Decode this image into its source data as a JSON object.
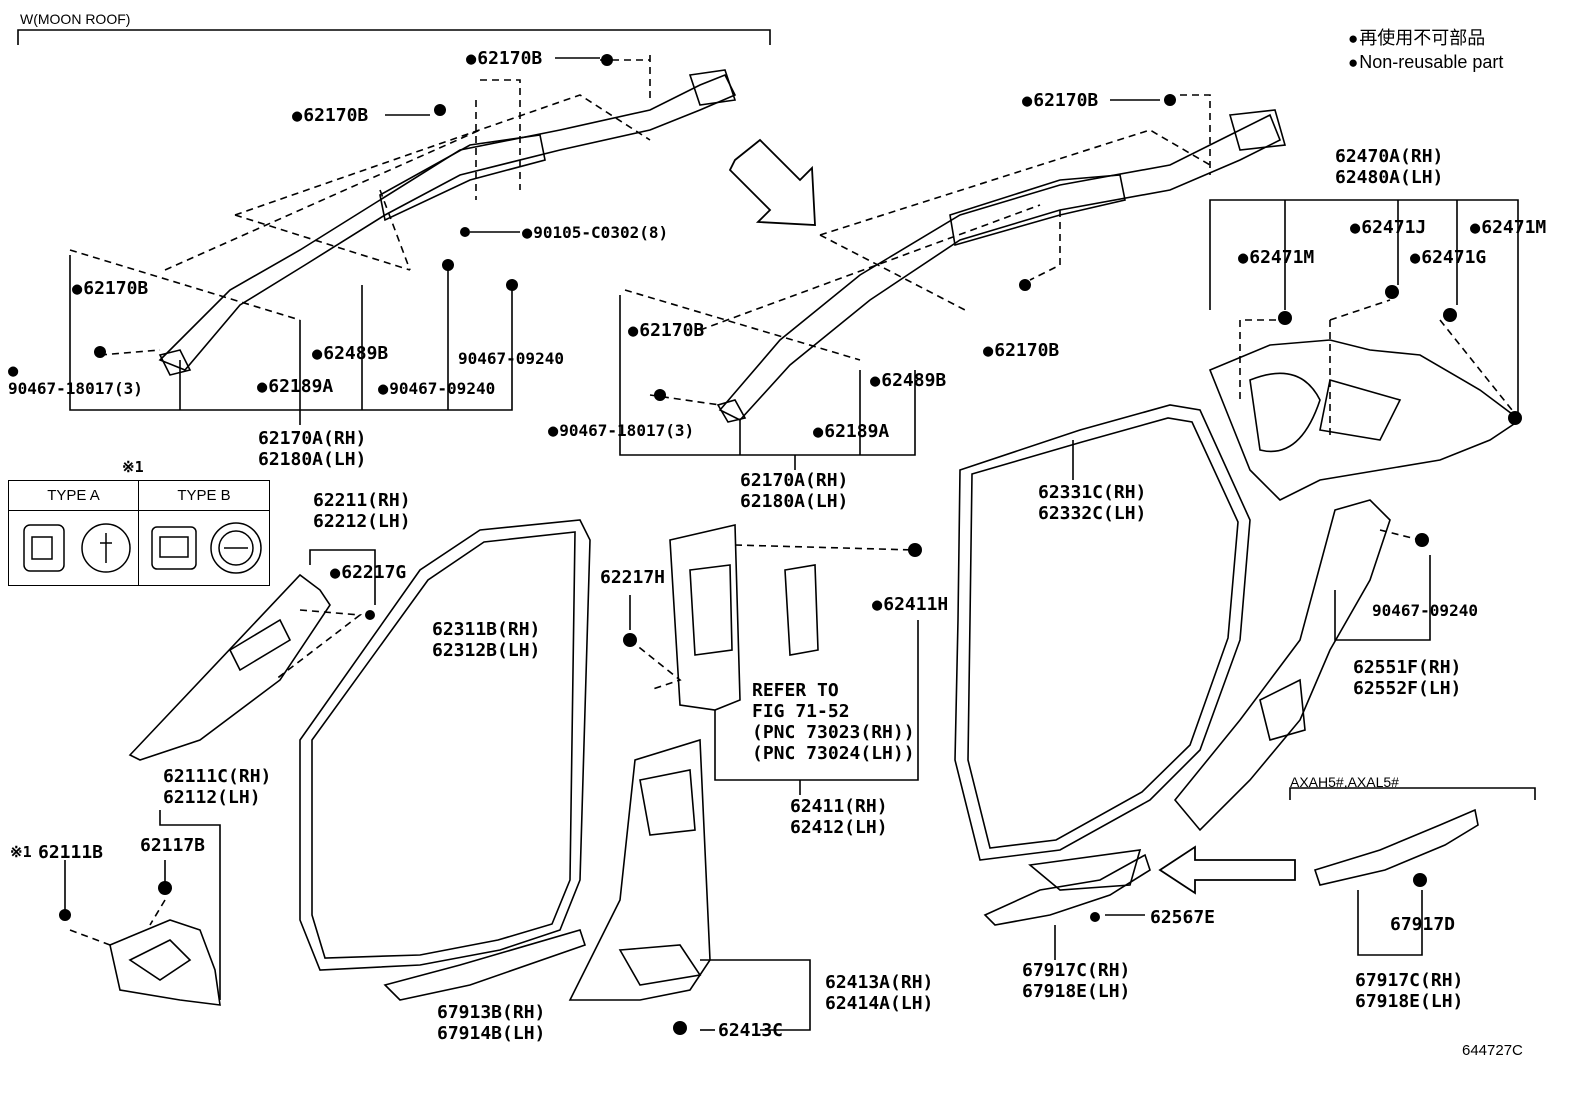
{
  "title_moon_roof": "W(MOON ROOF)",
  "legend": {
    "line_jp": "再使用不可部品",
    "line_en": "Non-reusable part"
  },
  "note_mark": "※1",
  "type_table": {
    "col_a": "TYPE A",
    "col_b": "TYPE B"
  },
  "variant_note": "AXAH5#,AXAL5#",
  "figure_code": "644727C",
  "refer_note": [
    "REFER TO",
    "FIG 71-52",
    "(PNC 73023(RH))",
    "(PNC 73024(LH))"
  ],
  "labels": {
    "l62170b_1": "62170B",
    "l62170b_2": "62170B",
    "l62170b_3": "62170B",
    "l62170b_4": "62170B",
    "l62170b_5": "62170B",
    "l62170b_6": "62170B",
    "l90105": "90105-C0302(8)",
    "l90467_09240_a": "90467-09240",
    "l90467_09240_b": "90467-09240",
    "l90467_09240_c": "90467-09240",
    "l90467_18017_a": "90467-18017(3)",
    "l90467_18017_b": "90467-18017(3)",
    "l62489b_1": "62489B",
    "l62489b_2": "62489B",
    "l62189a_1": "62189A",
    "l62189a_2": "62189A",
    "l62170a_left": [
      "62170A(RH)",
      "62180A(LH)"
    ],
    "l62170a_mid": [
      "62170A(RH)",
      "62180A(LH)"
    ],
    "l62470a": [
      "62470A(RH)",
      "62480A(LH)"
    ],
    "l62471m_1": "62471M",
    "l62471m_2": "62471M",
    "l62471j": "62471J",
    "l62471g": "62471G",
    "l62211": [
      "62211(RH)",
      "62212(LH)"
    ],
    "l62217g": "62217G",
    "l62217h": "62217H",
    "l62411h": "62411H",
    "l62311b": [
      "62311B(RH)",
      "62312B(LH)"
    ],
    "l62331c": [
      "62331C(RH)",
      "62332C(LH)"
    ],
    "l62551f": [
      "62551F(RH)",
      "62552F(LH)"
    ],
    "l62111c": [
      "62111C(RH)",
      "62112(LH)"
    ],
    "l62117b": "62117B",
    "l62111b": "62111B",
    "l62411": [
      "62411(RH)",
      "62412(LH)"
    ],
    "l67913b": [
      "67913B(RH)",
      "67914B(LH)"
    ],
    "l62413a": [
      "62413A(RH)",
      "62414A(LH)"
    ],
    "l62413c": "62413C",
    "l62567e": "62567E",
    "l67917c_1": [
      "67917C(RH)",
      "67918E(LH)"
    ],
    "l67917c_2": [
      "67917C(RH)",
      "67918E(LH)"
    ],
    "l67917d": "67917D"
  }
}
